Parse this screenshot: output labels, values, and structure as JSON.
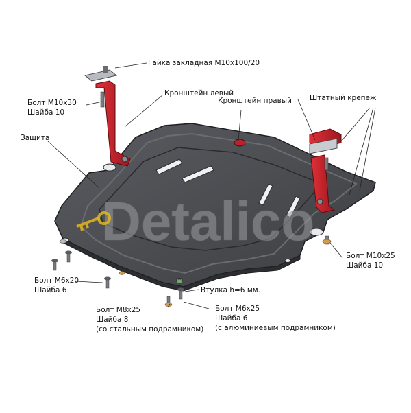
{
  "watermark": "Detalico",
  "labels": {
    "nut": "Гайка закладная М10х100/20",
    "bolt_m10x30": "Болт М10х30",
    "washer_10_left": "Шайба 10",
    "bracket_left": "Кронштейн левый",
    "bracket_right": "Кронштейн правый",
    "standard_mount": "Штатный крепеж",
    "shield": "Защита",
    "bolt_m10x25": "Болт М10х25",
    "washer_10_right": "Шайба 10",
    "bolt_m6x20": "Болт М6х20",
    "washer_6_left": "Шайба 6",
    "sleeve": "Втулка h=6 мм.",
    "bolt_m8x25": "Болт М8х25",
    "washer_8": "Шайба 8",
    "steel_subframe": "(со стальным подрамником)",
    "bolt_m6x25": "Болт М6х25",
    "washer_6_right": "Шайба 6",
    "aluminum_subframe": "(с алюминиевым подрамником)"
  },
  "colors": {
    "plate": "#4a4c50",
    "plate_edge": "#1e1f22",
    "plate_rib": "#6a6c71",
    "bracket": "#c21f2a",
    "watermark_text": "#9a9ca0",
    "watermark_key": "#e0b81c"
  }
}
